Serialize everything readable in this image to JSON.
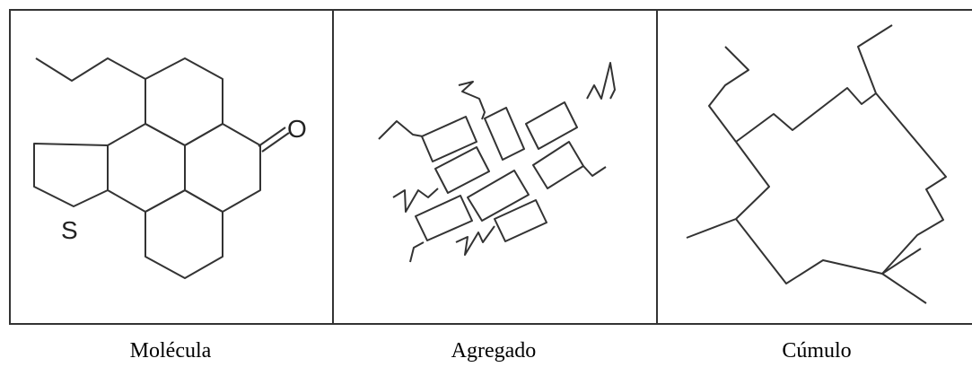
{
  "panels": [
    {
      "caption": "Molécula",
      "atoms": {
        "sulfur": "S",
        "oxygen": "O"
      }
    },
    {
      "caption": "Agregado"
    },
    {
      "caption": "Cúmulo"
    }
  ]
}
